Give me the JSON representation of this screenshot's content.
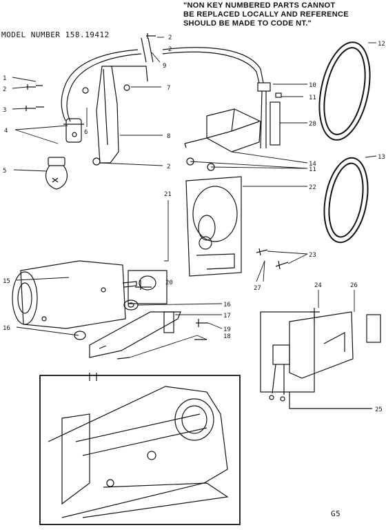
{
  "note": {
    "lines": [
      "\"NON KEY NUMBERED PARTS CANNOT",
      "BE REPLACED LOCALLY AND REFERENCE",
      "SHOULD BE MADE TO CODE NT.\""
    ]
  },
  "model_number_label": "MODEL NUMBER  158.19412",
  "page_code": "G5",
  "callouts": [
    "1",
    "2",
    "2",
    "3",
    "4",
    "5",
    "6",
    "7",
    "8",
    "2",
    "9",
    "2",
    "10",
    "11",
    "28",
    "12",
    "13",
    "14",
    "11",
    "21",
    "20",
    "22",
    "23",
    "27",
    "15",
    "16",
    "16",
    "17",
    "19",
    "18",
    "24",
    "26",
    "25"
  ]
}
